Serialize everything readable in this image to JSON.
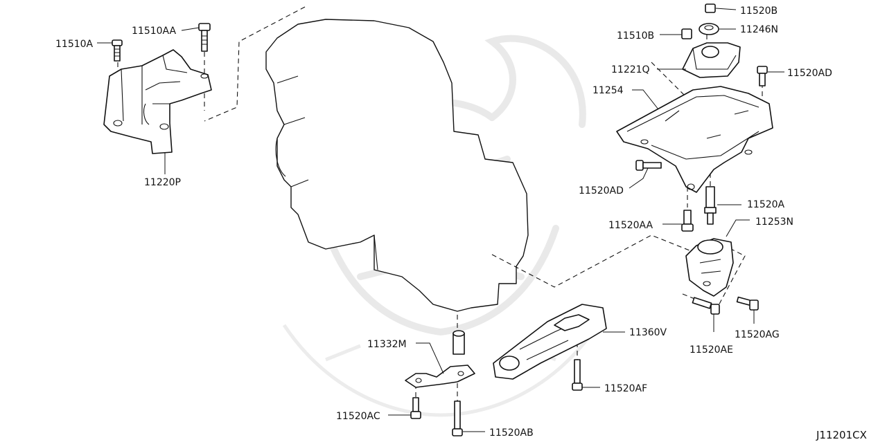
{
  "diagram": {
    "code": "J11201CX",
    "labels": {
      "p11510A": "11510A",
      "p11510AA": "11510AA",
      "p11220P": "11220P",
      "p11520B": "11520B",
      "p11246N": "11246N",
      "p11510B": "11510B",
      "p11221Q": "11221Q",
      "p11520AD_top": "11520AD",
      "p11254": "11254",
      "p11520AD_mid": "11520AD",
      "p11520A": "11520A",
      "p11520AA": "11520AA",
      "p11253N": "11253N",
      "p11520AG": "11520AG",
      "p11520AE": "11520AE",
      "p11360V": "11360V",
      "p11332M": "11332M",
      "p11520AF": "11520AF",
      "p11520AC": "11520AC",
      "p11520AB": "11520AB"
    }
  }
}
